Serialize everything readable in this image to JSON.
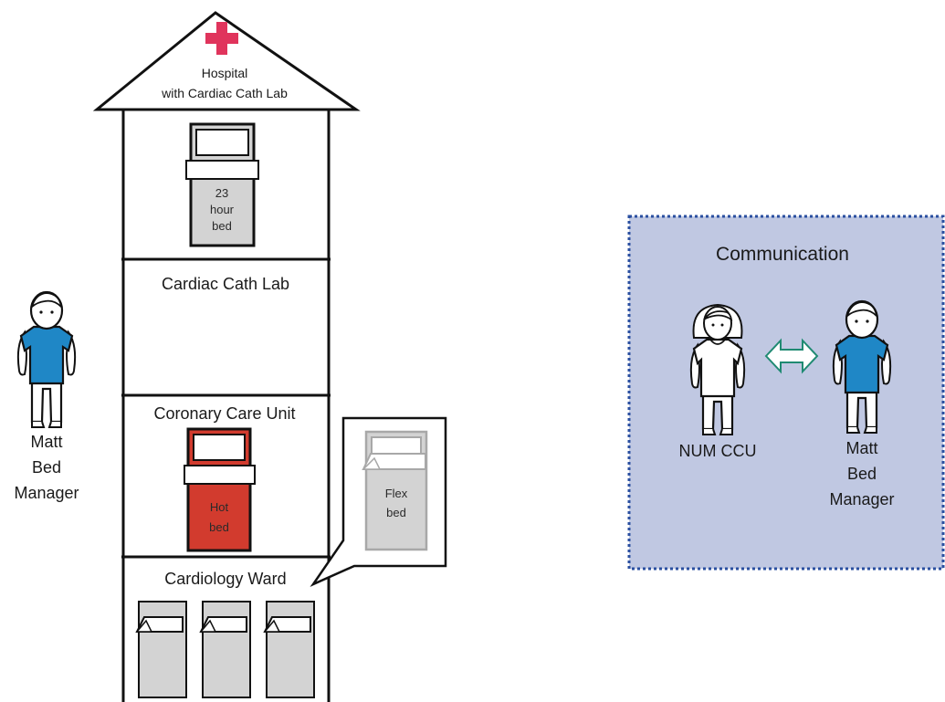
{
  "hospital": {
    "title_line1": "Hospital",
    "title_line2": "with Cardiac Cath Lab",
    "cross_color": "#e0345c",
    "icon": "red-cross-icon"
  },
  "floors": {
    "top_bed": {
      "line1": "23",
      "line2": "hour",
      "line3": "bed"
    },
    "cath_lab": "Cardiac Cath Lab",
    "ccu": "Coronary Care Unit",
    "hot_bed": {
      "line1": "Hot",
      "line2": "bed",
      "color": "#d23b2e"
    },
    "ward": "Cardiology Ward"
  },
  "callout": {
    "line1": "Flex",
    "line2": "bed"
  },
  "left_person": {
    "line1": "Matt",
    "line2": "Bed",
    "line3": "Manager",
    "shirt_color": "#1f87c6"
  },
  "communication": {
    "title": "Communication",
    "panel_color": "#c0c8e2",
    "border_color": "#2a4fa0",
    "arrow_color": "#1f8a72",
    "left_person": {
      "line1": "NUM CCU"
    },
    "right_person": {
      "line1": "Matt",
      "line2": "Bed",
      "line3": "Manager"
    }
  }
}
